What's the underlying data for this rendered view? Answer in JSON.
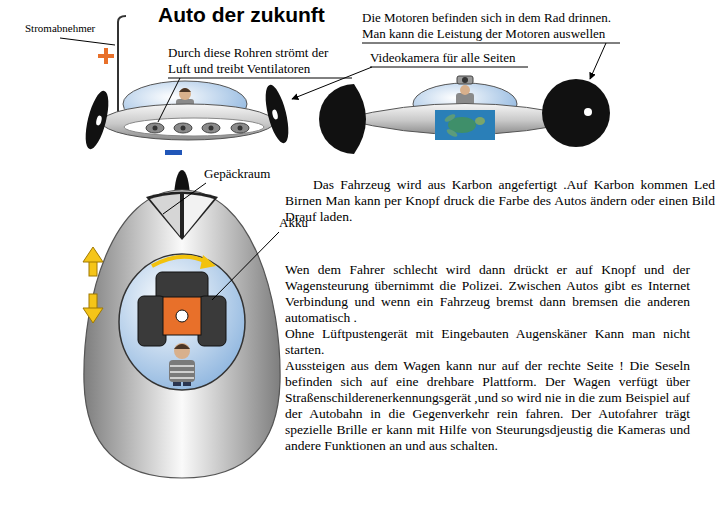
{
  "diagram": {
    "title": "Auto der zukunft",
    "labels": [
      "Stromabnehmer",
      "Durch diese Rohren strömt der Luft und treibt Ventilatoren",
      "Die Motoren befinden sich in dem Rad drinnen. Man kann die Leistung der Motoren auswellen",
      "Videokamera für alle Seiten",
      "Gepäckraum",
      "Akku",
      "Das Fahrzeug wird aus Karbon angefertigt .Auf Karbon kommen Led Birnen Man kann per Knopf druck die Farbe des Autos ändern oder einen Bild Drauf laden.",
      "Wen dem Fahrer schlecht wird dann drückt er auf Knopf und der Wagensteurung übernimmt die Polizei. Zwischen Autos gibt es Internet Verbindung und wenn ein Fahrzeug bremst dann bremsen die anderen automatisch .",
      "Ohne Lüftpustengerät mit Eingebauten Augenskäner Kann man nicht starten.",
      "Aussteigen aus dem Wagen kann nur auf der rechte Seite ! Die Seseln befinden sich auf eine drehbare Plattform. Der Wagen verfügt über Straßenschilderenerkennungsgerät ,und so wird nie in die zum Beispiel auf der Autobahn in die Gegenverkehr rein fahren. Der Autofahrer trägt spezielle Brille er kann mit Hilfe von Steurungsdjeustig die Kameras und andere Funktionen an und aus schalten."
    ]
  }
}
